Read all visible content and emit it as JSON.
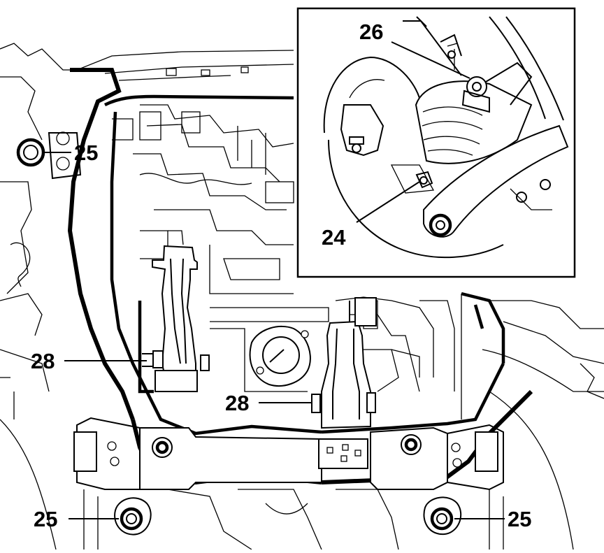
{
  "callouts": {
    "c25_top_left": "25",
    "c25_bottom_left": "25",
    "c25_bottom_right": "25",
    "c28_left": "28",
    "c28_center": "28",
    "c26_inset": "26",
    "c24_inset": "24"
  },
  "colors": {
    "line": "#000000",
    "background": "#ffffff"
  }
}
